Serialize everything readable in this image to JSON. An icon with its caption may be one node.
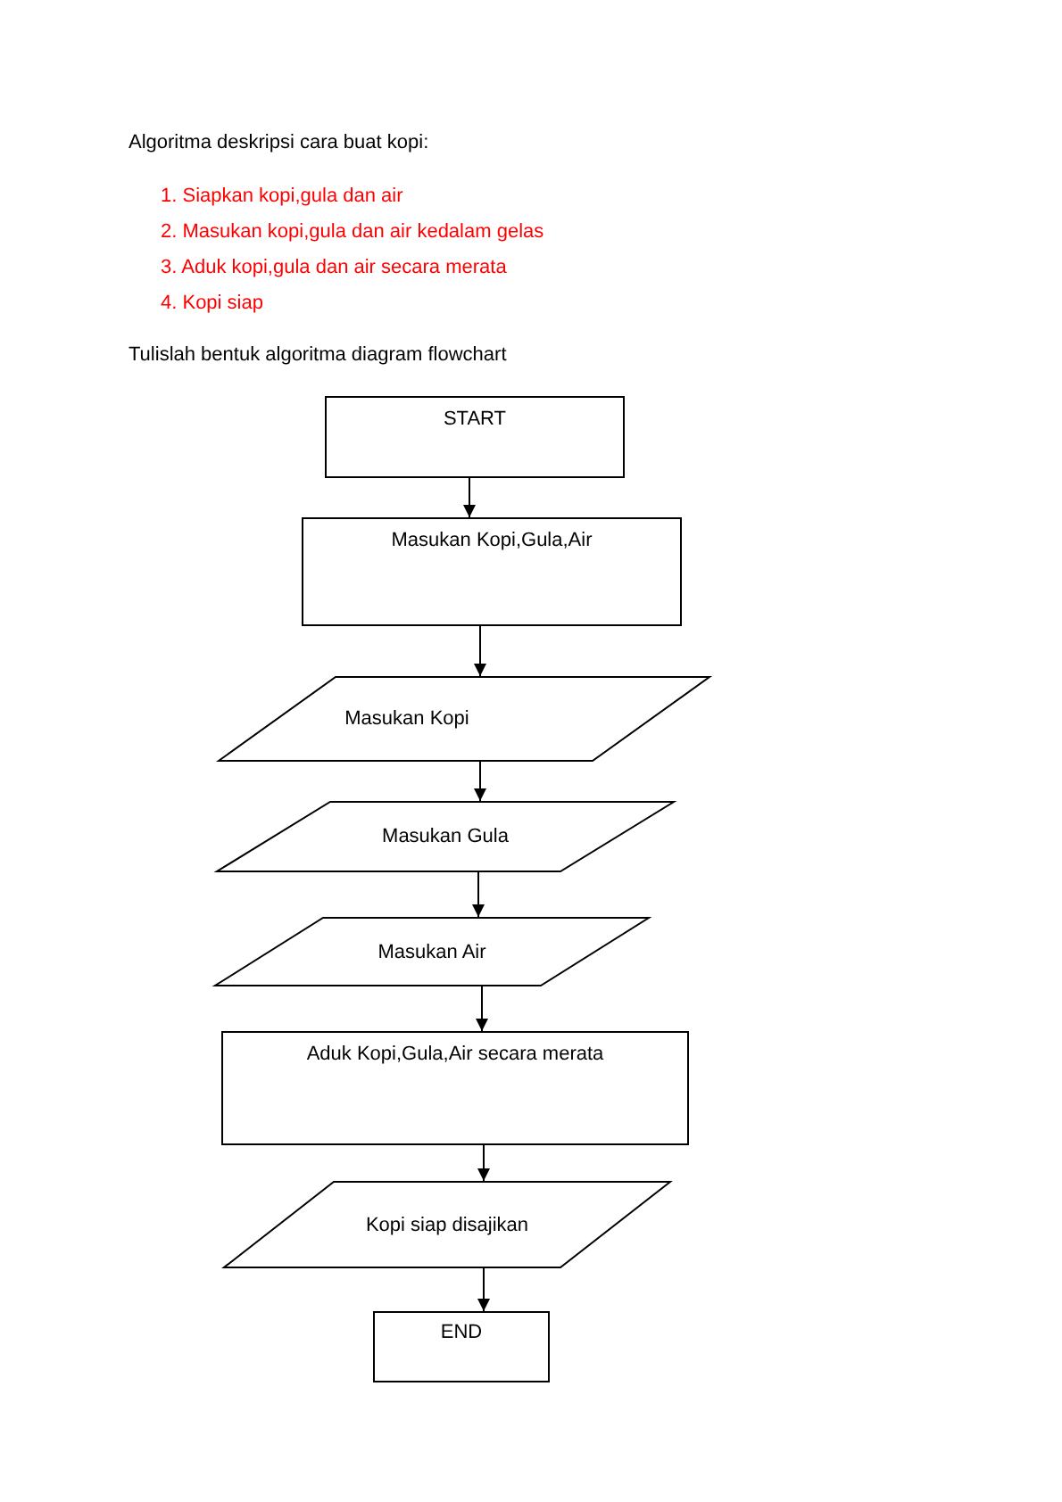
{
  "diagram": {
    "title": "Algoritma deskripsi cara buat kopi:",
    "nodes": [
      {
        "text": [
          "START"
        ]
      },
      {
        "text": [
          "Masukan Kopi,Gula,Air"
        ]
      },
      {
        "text": [
          "Masukan Kopi"
        ]
      },
      {
        "text": [
          "Masukan Gula"
        ]
      },
      {
        "text": [
          "Masukan Air"
        ]
      },
      {
        "text": [
          "Aduk Kopi,Gula,Air secara merata"
        ]
      },
      {
        "text": [
          "Kopi siap disajikan"
        ]
      },
      {
        "text": [
          "END"
        ]
      }
    ],
    "edges": [
      {
        "from": 0,
        "to": 1,
        "arrow": "to"
      },
      {
        "from": 1,
        "to": 2,
        "arrow": "to"
      },
      {
        "from": 2,
        "to": 3,
        "arrow": "to"
      },
      {
        "from": 3,
        "to": 4,
        "arrow": "to"
      },
      {
        "from": 4,
        "to": 5,
        "arrow": "to"
      },
      {
        "from": 5,
        "to": 6,
        "arrow": "to"
      },
      {
        "from": 6,
        "to": 7,
        "arrow": "to"
      }
    ],
    "labels": [
      "1. Siapkan kopi,gula dan air",
      "2. Masukan kopi,gula dan air kedalam gelas",
      "3. Aduk kopi,gula dan air secara merata",
      "4. Kopi siap",
      "Tulislah bentuk algoritma diagram flowchart"
    ]
  }
}
